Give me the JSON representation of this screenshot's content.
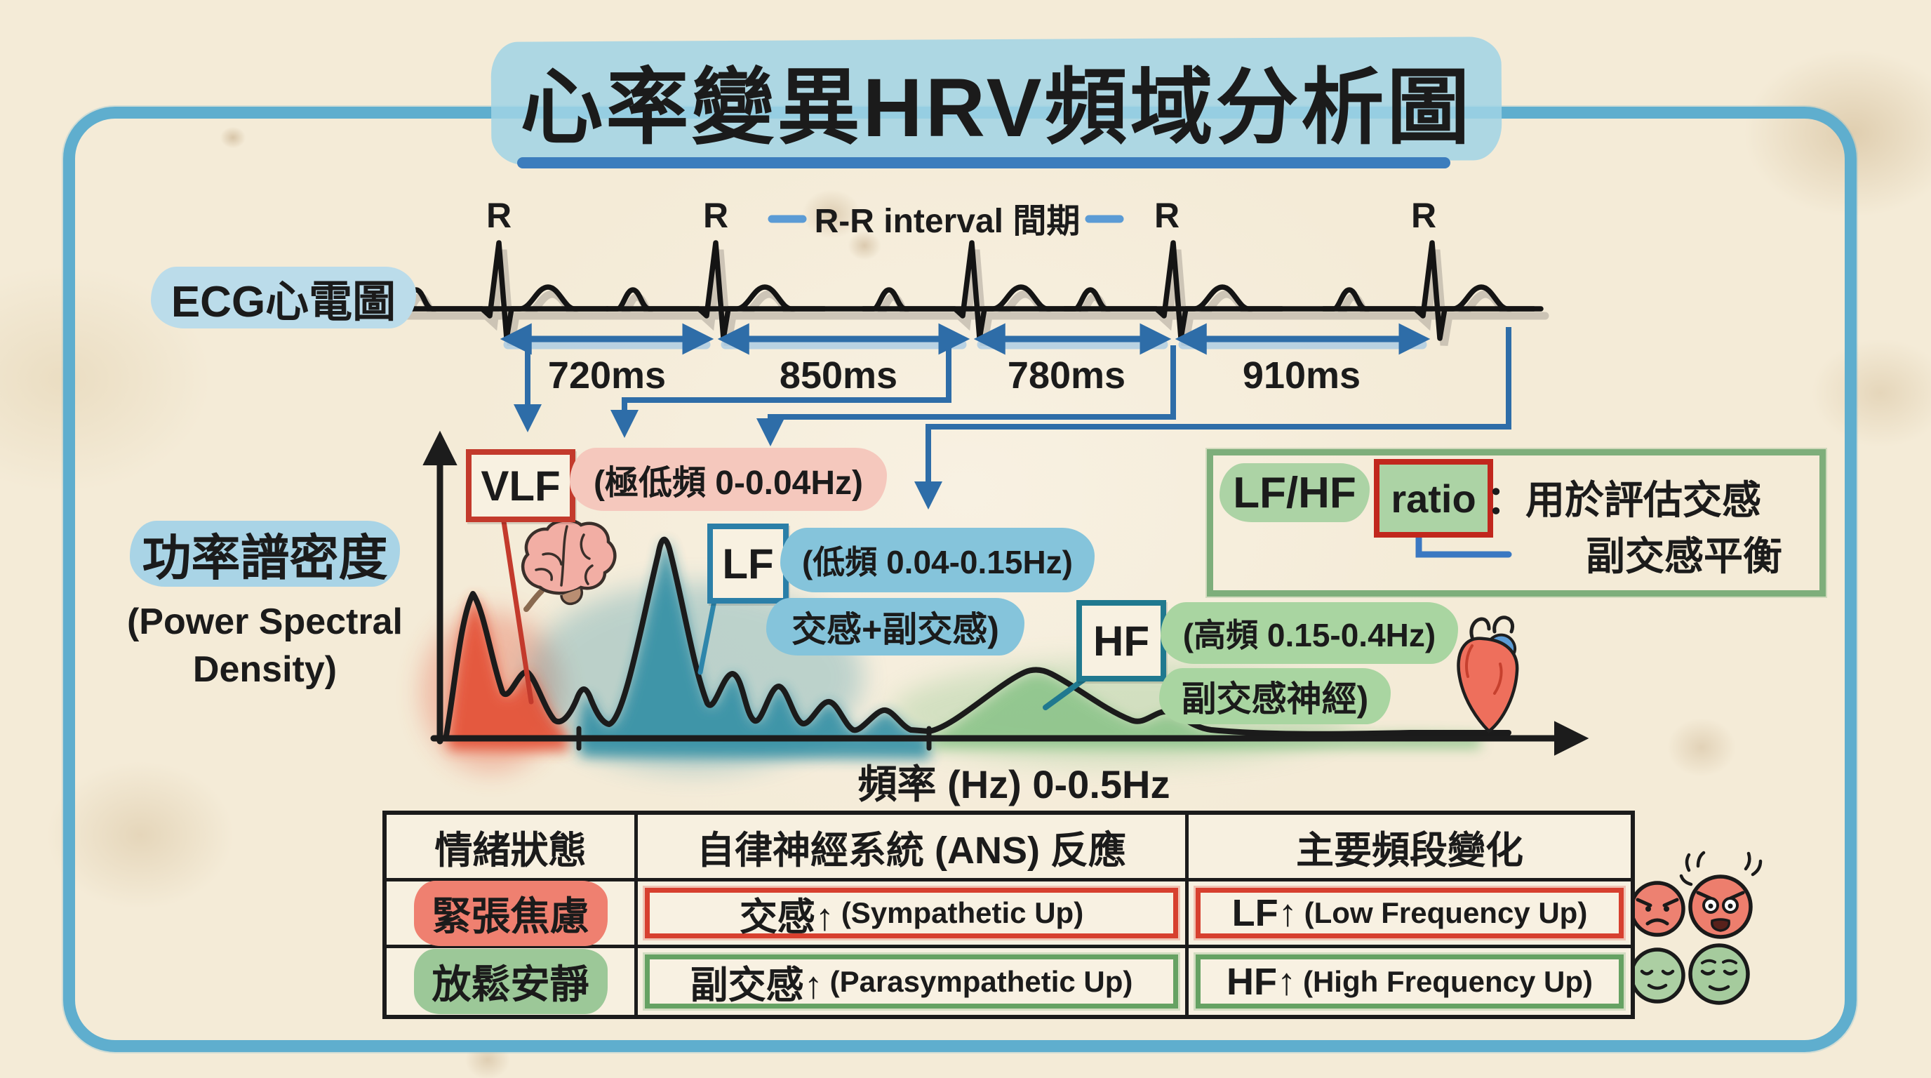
{
  "page": {
    "title": "心率變異HRV頻域分析圖"
  },
  "ecg": {
    "label": "ECG心電圖",
    "r_peak_label": "R",
    "rr_interval_label": "R-R interval 間期",
    "intervals": [
      "720ms",
      "850ms",
      "780ms",
      "910ms"
    ]
  },
  "psd": {
    "y_label_zh": "功率譜密度",
    "y_label_en": "(Power Spectral Density)",
    "x_axis_label": "頻率 (Hz) 0-0.5Hz",
    "bands": {
      "vlf": {
        "abbr": "VLF",
        "range": "(極低頻 0-0.04Hz)"
      },
      "lf": {
        "abbr": "LF",
        "range": "(低頻 0.04-0.15Hz)",
        "note": "交感+副交感)"
      },
      "hf": {
        "abbr": "HF",
        "range": "(高頻 0.15-0.4Hz)",
        "note": "副交感神經)"
      }
    }
  },
  "ratio_box": {
    "lf_hf": "LF/HF",
    "ratio": "ratio",
    "desc_line1": "：用於評估交感",
    "desc_line2": "副交感平衡"
  },
  "table": {
    "headers": [
      "情緒狀態",
      "自律神經系統 (ANS) 反應",
      "主要頻段變化"
    ],
    "rows": [
      {
        "state": "緊張焦慮",
        "ans_zh": "交感↑",
        "ans_en": "(Sympathetic Up)",
        "band_zh": "LF↑",
        "band_en": "(Low Frequency Up)"
      },
      {
        "state": "放鬆安靜",
        "ans_zh": "副交感↑",
        "ans_en": "(Parasympathetic Up)",
        "band_zh": "HF↑",
        "band_en": "(High Frequency Up)"
      }
    ]
  },
  "icons": {
    "brain": "brain-icon",
    "heart": "heart-icon",
    "faces": [
      "angry-face",
      "stressed-face",
      "calm-face",
      "relaxed-face"
    ]
  },
  "colors": {
    "frame_blue": "#5FAECE",
    "accent_blue": "#2E6DA8",
    "underline_blue": "#3C7DBD",
    "vlf_red": "#C33A2C",
    "lf_blue": "#2B7FA8",
    "hf_teal": "#20798F",
    "ratio_green": "#7EAE7B",
    "ratio_red": "#C1271D",
    "vlf_fill": "#E3492F",
    "lf_fill": "#2C8BA3",
    "hf_fill": "#84C184",
    "table_red": "#D7402F",
    "table_green": "#66A263"
  }
}
